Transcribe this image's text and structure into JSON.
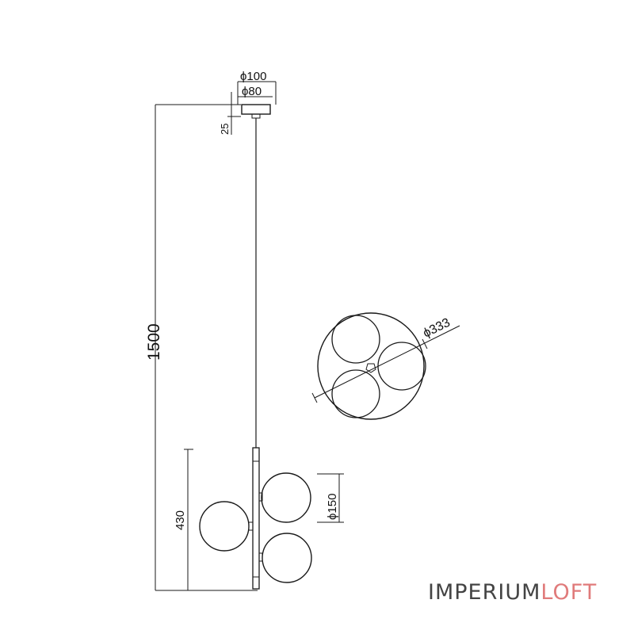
{
  "dimensions": {
    "canopy_diameter": "ϕ100",
    "canopy_inner_diameter": "ϕ80",
    "canopy_height": "25",
    "total_height": "1500",
    "lamp_height": "430",
    "globe_diameter": "ϕ150",
    "overall_diameter": "ϕ333"
  },
  "brand": {
    "part1": "IMPERIUM",
    "part2": "LOFT",
    "color1": "#444444",
    "color2": "#e07b7b"
  },
  "colors": {
    "line": "#1a1a1a"
  }
}
